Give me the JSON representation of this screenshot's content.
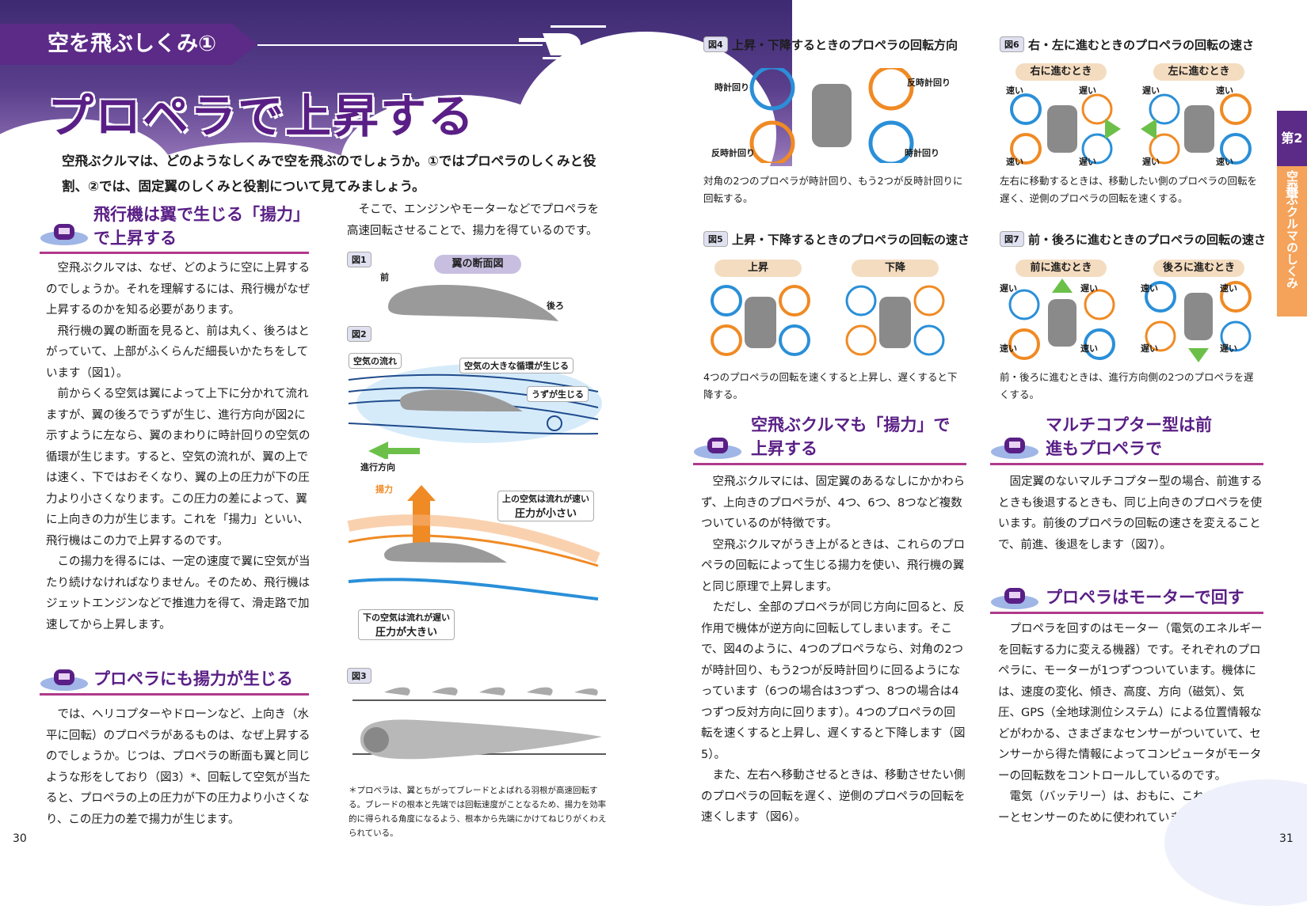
{
  "header": {
    "section_tab": "空を飛ぶしくみ①",
    "main_title": "プロペラで上昇する",
    "lead": "空飛ぶクルマは、どのようなしくみで空を飛ぶのでしょうか。①ではプロペラのしくみと役割、②では、固定翼のしくみと役割について見てみましょう。"
  },
  "left": {
    "h1": "飛行機は翼で生じる「揚力」で上昇する",
    "p1": "空飛ぶクルマは、なぜ、どのように空に上昇するのでしょうか。それを理解するには、飛行機がなぜ上昇するのかを知る必要があります。",
    "p2": "飛行機の翼の断面を見ると、前は丸く、後ろはとがっていて、上部がふくらんだ細長いかたちをしています（図1）。",
    "p3": "前からくる空気は翼によって上下に分かれて流れますが、翼の後ろでうずが生じ、進行方向が図2に示すように左なら、翼のまわりに時計回りの空気の循環が生じます。すると、空気の流れが、翼の上では速く、下ではおそくなり、翼の上の圧力が下の圧力より小さくなります。この圧力の差によって、翼に上向きの力が生じます。これを「揚力」といい、飛行機はこの力で上昇するのです。",
    "p4": "この揚力を得るには、一定の速度で翼に空気が当たり続けなければなりません。そのため、飛行機はジェットエンジンなどで推進力を得て、滑走路で加速してから上昇します。",
    "h2": "プロペラにも揚力が生じる",
    "p5": "では、ヘリコプターやドローンなど、上向き（水平に回転）のプロペラがあるものは、なぜ上昇するのでしょうか。じつは、プロペラの断面も翼と同じような形をしており（図3）*、回転して空気が当たると、プロペラの上の圧力が下の圧力より小さくなり、この圧力の差で揚力が生じます。",
    "p6": "そこで、エンジンやモーターなどでプロペラを高速回転させることで、揚力を得ているのです。",
    "fig1_tag": "図1",
    "fig1_pill": "翼の断面図",
    "fig1_front": "前",
    "fig1_back": "後ろ",
    "fig2_tag": "図2",
    "fig2_air": "空気の流れ",
    "fig2_circ": "空気の大きな循環が生じる",
    "fig2_vortex": "うずが生じる",
    "fig2_dir": "進行方向",
    "fig2_lift": "揚力",
    "fig2_top": "上の空気は流れが速い",
    "fig2_top_p": "圧力が小さい",
    "fig2_bot": "下の空気は流れが遅い",
    "fig2_bot_p": "圧力が大きい",
    "fig3_tag": "図3",
    "note": "＊プロペラは、翼とちがってブレードとよばれる羽根が高速回転する。ブレードの根本と先端では回転速度がことなるため、揚力を効率的に得られる角度になるよう、根本から先端にかけてねじりがくわえられている。",
    "page": "30"
  },
  "right": {
    "fig4_tag": "図4",
    "fig4_title": "上昇・下降するときのプロペラの回転方向",
    "fig4_cw1": "時計回り",
    "fig4_ccw1": "反時計回り",
    "fig4_ccw2": "反時計回り",
    "fig4_cw2": "時計回り",
    "fig4_caption": "対角の2つのプロペラが時計回り、もう2つが反時計回りに回転する。",
    "fig5_tag": "図5",
    "fig5_title": "上昇・下降するときのプロペラの回転の速さ",
    "fig5_up": "上昇",
    "fig5_down": "下降",
    "fig5_caption": "4つのプロペラの回転を速くすると上昇し、遅くすると下降する。",
    "fig6_tag": "図6",
    "fig6_title": "右・左に進むときのプロペラの回転の速さ",
    "fig6_right": "右に進むとき",
    "fig6_left": "左に進むとき",
    "fig6_caption": "左右に移動するときは、移動したい側のプロペラの回転を遅く、逆側のプロペラの回転を速くする。",
    "fig7_tag": "図7",
    "fig7_title": "前・後ろに進むときのプロペラの回転の速さ",
    "fig7_fwd": "前に進むとき",
    "fig7_back": "後ろに進むとき",
    "fig7_caption": "前・後ろに進むときは、進行方向側の2つのプロペラを遅くする。",
    "fast": "速い",
    "slow": "遅い",
    "h3": "空飛ぶクルマも「揚力」で上昇する",
    "p7": "空飛ぶクルマには、固定翼のあるなしにかかわらず、上向きのプロペラが、4つ、6つ、8つなど複数ついているのが特徴です。",
    "p8": "空飛ぶクルマがうき上がるときは、これらのプロペラの回転によって生じる揚力を使い、飛行機の翼と同じ原理で上昇します。",
    "p9": "ただし、全部のプロペラが同じ方向に回ると、反作用で機体が逆方向に回転してしまいます。そこで、図4のように、4つのプロペラなら、対角の2つが時計回り、もう2つが反時計回りに回るようになっています（6つの場合は3つずつ、8つの場合は4つずつ反対方向に回ります）。4つのプロペラの回転を速くすると上昇し、遅くすると下降します（図5）。",
    "p10": "また、左右へ移動させるときは、移動させたい側のプロペラの回転を遅く、逆側のプロペラの回転を速くします（図6）。",
    "h4": "マルチコプター型は前進もプロペラで",
    "p11": "固定翼のないマルチコプター型の場合、前進するときも後退するときも、同じ上向きのプロペラを使います。前後のプロペラの回転の速さを変えることで、前進、後退をします（図7）。",
    "h5": "プロペラはモーターで回す",
    "p12": "プロペラを回すのはモーター（電気のエネルギーを回転する力に変える機器）です。それぞれのプロペラに、モーターが1つずつついています。機体には、速度の変化、傾き、高度、方向（磁気）、気圧、GPS（全地球測位システム）による位置情報などがわかる、さまざまなセンサーがついていて、センサーから得た情報によってコンピュータがモーターの回転数をコントロールしているのです。",
    "p13": "電気（バッテリー）は、おもに、これらのモーターとセンサーのために使われています。",
    "side_chapter": "第2章",
    "side_title": "空飛ぶクルマのしくみ",
    "page": "31"
  },
  "colors": {
    "purple": "#5a1f86",
    "accent_line": "#b03a8a",
    "orange": "#f08a24",
    "blue": "#2a8fd8",
    "green": "#6cc04a"
  }
}
